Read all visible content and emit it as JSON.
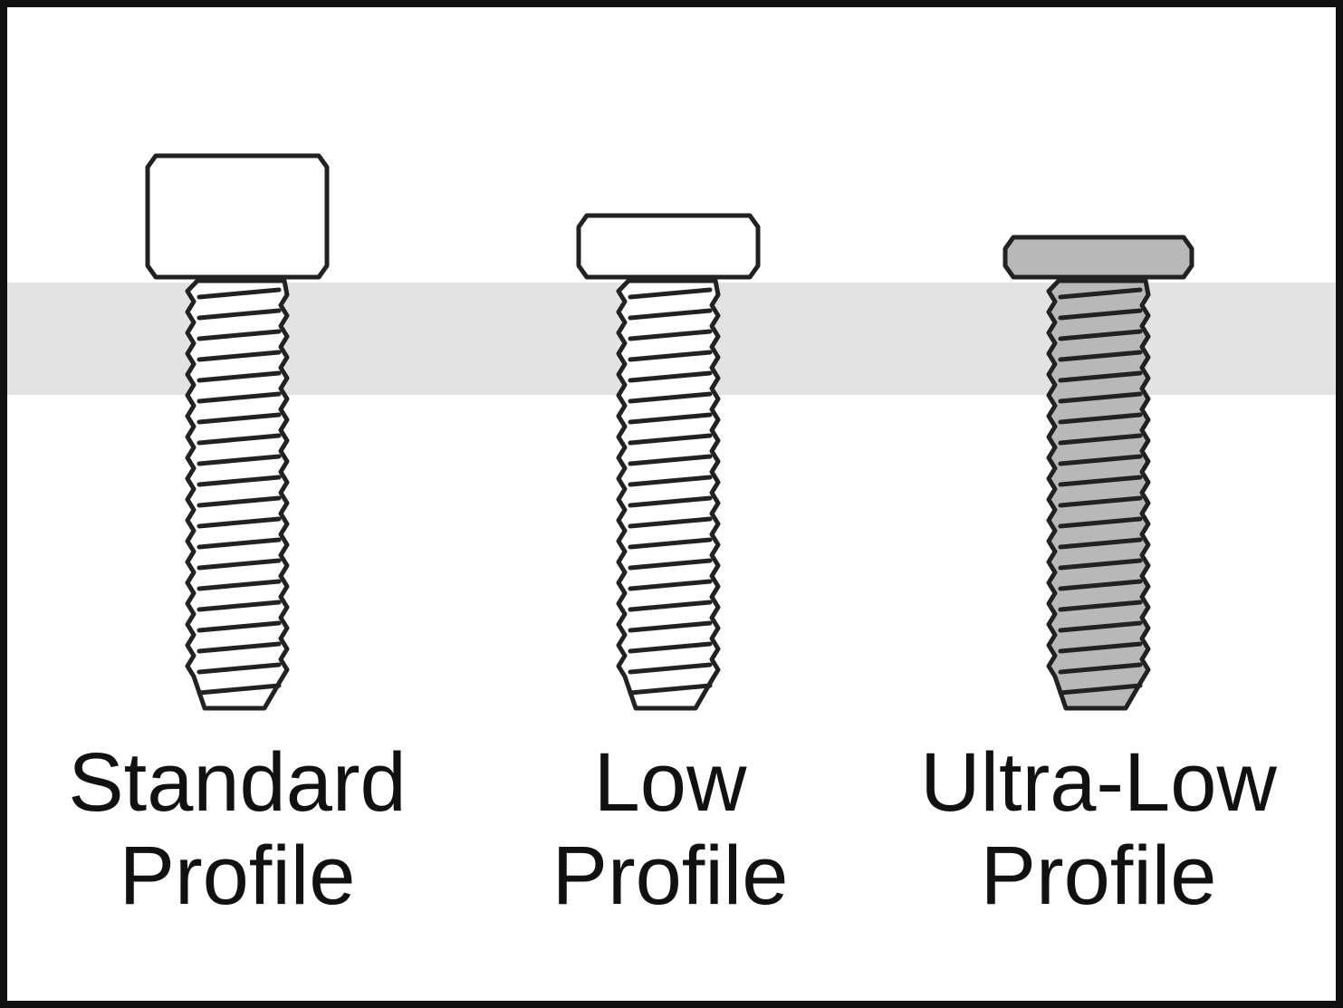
{
  "colors": {
    "outline": "#222222",
    "background": "#ffffff",
    "band": "#e3e3e3",
    "plain_fill": "#ffffff",
    "shaded_fill": "#b8b8b8"
  },
  "screws": [
    {
      "id": "standard",
      "label_line1": "Standard",
      "label_line2": "Profile",
      "fill": "plain"
    },
    {
      "id": "low",
      "label_line1": "Low",
      "label_line2": "Profile",
      "fill": "plain"
    },
    {
      "id": "ultra-low",
      "label_line1": "Ultra-Low",
      "label_line2": "Profile",
      "fill": "shaded"
    }
  ]
}
